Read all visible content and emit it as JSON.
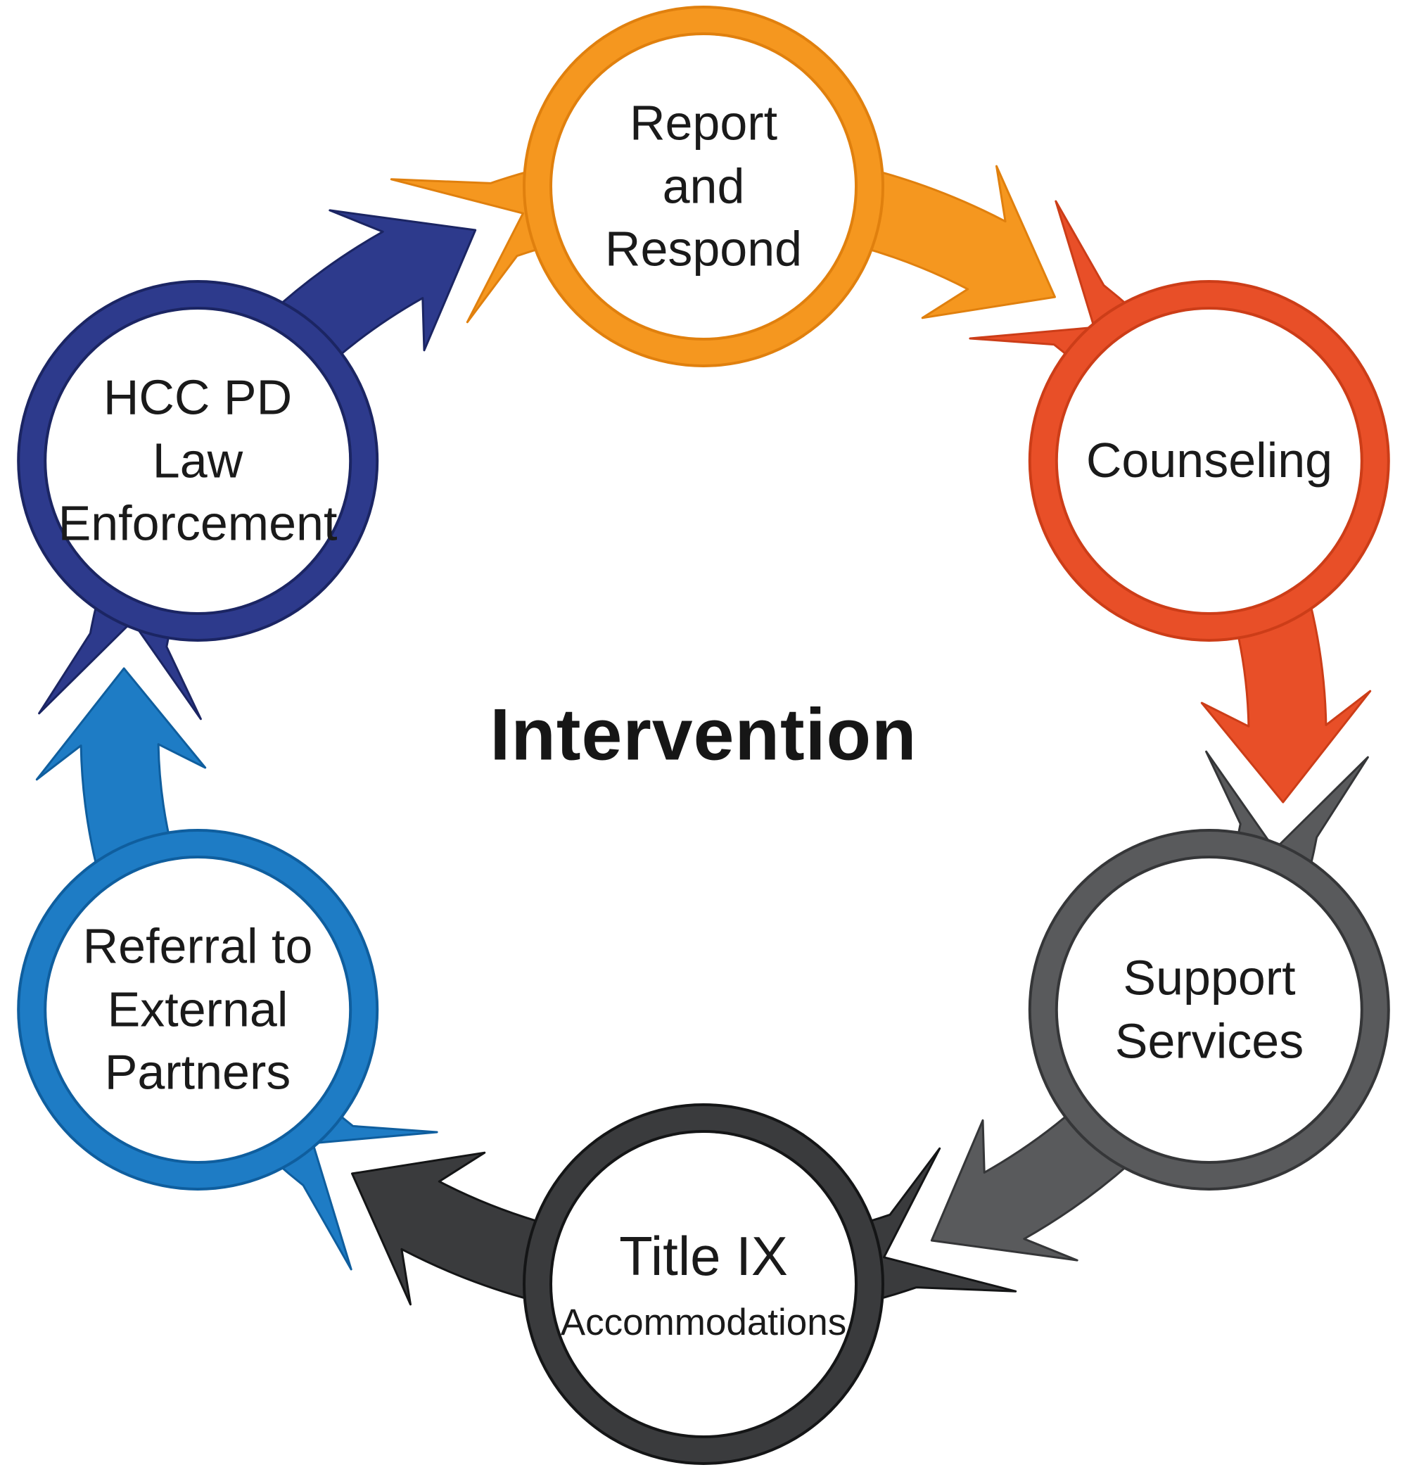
{
  "center": {
    "label": "Intervention"
  },
  "nodes": [
    {
      "id": "report-and-respond",
      "color": "#F5971F",
      "edge_color": "#E0800E",
      "lines": [
        {
          "t": "Report"
        },
        {
          "t": "and"
        },
        {
          "t": "Respond"
        }
      ]
    },
    {
      "id": "counseling",
      "color": "#E84F28",
      "edge_color": "#CC3D18",
      "lines": [
        {
          "t": "Counseling"
        }
      ]
    },
    {
      "id": "support-services",
      "color": "#595A5C",
      "edge_color": "#353638",
      "lines": [
        {
          "t": "Support"
        },
        {
          "t": "Services"
        }
      ]
    },
    {
      "id": "title-ix-accommodations",
      "color": "#3A3B3D",
      "edge_color": "#141516",
      "lines": [
        {
          "t": "Title IX",
          "s": 78
        },
        {
          "t": "Accommodations",
          "s": 53
        }
      ]
    },
    {
      "id": "referral-to-external-partners",
      "color": "#1E7CC5",
      "edge_color": "#0F5E9E",
      "lines": [
        {
          "t": "Referral to"
        },
        {
          "t": "External"
        },
        {
          "t": "Partners"
        }
      ]
    },
    {
      "id": "hcc-pd-law-enforcement",
      "color": "#2D3A8C",
      "edge_color": "#1B2563",
      "lines": [
        {
          "t": "HCC PD"
        },
        {
          "t": "Law"
        },
        {
          "t": "Enforcement"
        }
      ]
    }
  ],
  "style": {
    "background": "#FFFFFF",
    "text_color": "#1A1A1A",
    "separator_color": "#FFFFFF",
    "flow_direction": "clockwise"
  }
}
